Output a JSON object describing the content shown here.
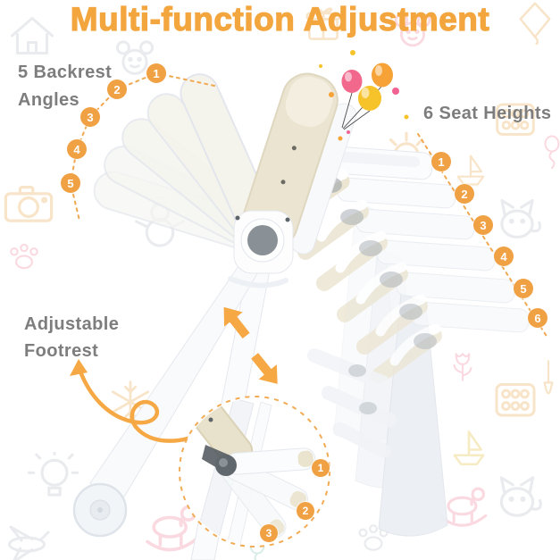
{
  "title": "Multi-function Adjustment",
  "annotations": {
    "backrest": {
      "label_line1": "5 Backrest",
      "label_line2": "Angles",
      "markers": [
        "1",
        "2",
        "3",
        "4",
        "5"
      ]
    },
    "seat_heights": {
      "label": "6 Seat Heights",
      "markers": [
        "1",
        "2",
        "3",
        "4",
        "5",
        "6"
      ]
    },
    "footrest": {
      "label_line1": "Adjustable",
      "label_line2": "Footrest",
      "markers": [
        "1",
        "2",
        "3"
      ]
    }
  },
  "colors": {
    "title-orange": "#F3A53E",
    "marker-orange": "#F0A144",
    "marker-text": "#FFFFFF",
    "label-gray": "#7D7D7D",
    "dash-orange": "#F0A850",
    "arrow-orange": "#F5A843",
    "balloon-pink": "#F2688C",
    "balloon-orange": "#F6A237",
    "balloon-yellow": "#F7C32A",
    "chair-cream": "#EAE4D0",
    "chair-white": "#FAFBFD",
    "hub-gray": "#8A9196"
  },
  "icons": {
    "balloons": "three-balloons-icon",
    "up_arrow": "arrow-up-left-icon",
    "down_arrow": "arrow-down-right-icon",
    "curly_arrow": "curly-arrow-icon",
    "magnifier": "detail-zoom-circle-icon"
  }
}
